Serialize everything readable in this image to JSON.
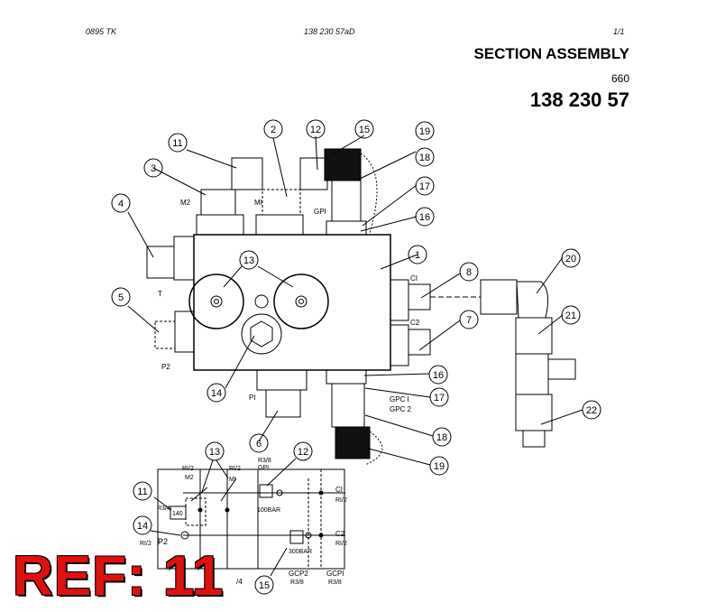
{
  "header": {
    "doc_code": "0895  TK",
    "doc_ref": "138 230 57aD",
    "page": "1/1",
    "title": "SECTION ASSEMBLY",
    "subtitle": "660",
    "part_number": "138 230 57"
  },
  "balloons": [
    "1",
    "2",
    "3",
    "4",
    "5",
    "6",
    "7",
    "8",
    "11",
    "12",
    "13",
    "15",
    "16",
    "17",
    "18",
    "19",
    "20",
    "21",
    "22",
    "14",
    "16",
    "17",
    "18",
    "19",
    "11",
    "12",
    "13",
    "14",
    "15"
  ],
  "labels": {
    "m2": "M2",
    "mi": "MI",
    "gpi": "GPI",
    "t": "T",
    "p2": "P2",
    "pi": "PI",
    "ci": "CI",
    "c2": "C2",
    "gpc1": "GPC I",
    "gpc2": "GPC 2"
  },
  "schematic": {
    "ri2_a": "RI/2",
    "ri2_b": "RI/2",
    "r38_gpi": "R3/8",
    "gpi": "GPI",
    "m2": "M2",
    "mi": "MI",
    "r34": "R3/4",
    "p140": "140",
    "p2": "P2",
    "ri2_p2": "RI/2",
    "bar100": "100BAR",
    "bar300": "300BAR",
    "ci": "CI",
    "ri2_ci": "RI/2",
    "c2": "C2",
    "ri2_c2": "RI/2",
    "gcp2": "GCP2",
    "r38_gcp2": "R3/8",
    "gcpi": "GCPI",
    "r38_gcpi": "R3/8",
    "cut_4": "/4"
  },
  "overlay": {
    "ref_text": "REF: 11"
  }
}
